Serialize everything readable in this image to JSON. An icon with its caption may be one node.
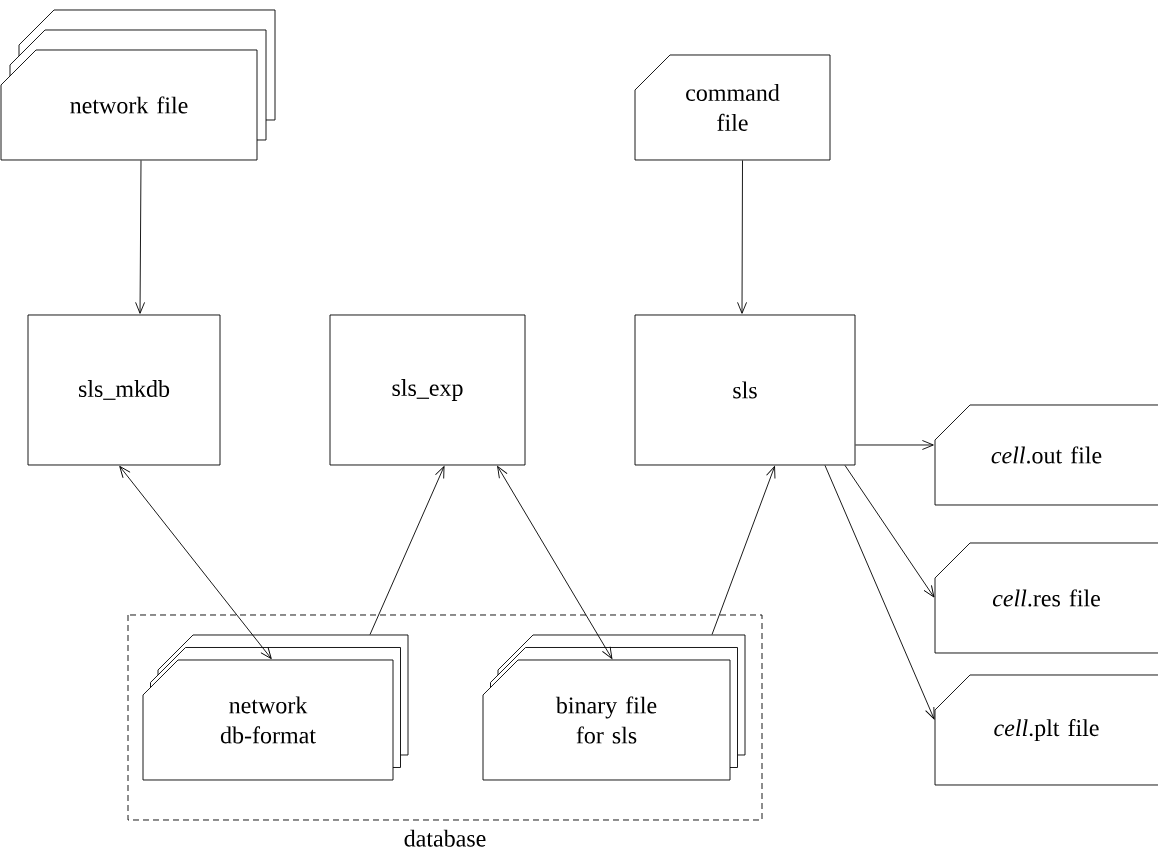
{
  "diagram": {
    "nodes": [
      {
        "text": [
          "network file"
        ]
      },
      {
        "text": [
          "command file"
        ]
      },
      {
        "text": [
          "sls_mkdb"
        ]
      },
      {
        "text": [
          "sls_exp"
        ]
      },
      {
        "text": [
          "sls"
        ]
      },
      {
        "text": [
          "*cell*.out file"
        ]
      },
      {
        "text": [
          "*cell*.res file"
        ]
      },
      {
        "text": [
          "*cell*.plt file"
        ]
      },
      {
        "text": [
          "database"
        ]
      },
      {
        "text": [
          "network db-format"
        ],
        "in": 8
      },
      {
        "text": [
          "binary file for sls"
        ],
        "in": 8
      }
    ],
    "edges": [
      {
        "from": 0,
        "to": 2,
        "arrow": "to"
      },
      {
        "from": 1,
        "to": 4,
        "arrow": "to"
      },
      {
        "from": 2,
        "to": 9,
        "arrow": "both"
      },
      {
        "from": 9,
        "to": 3,
        "arrow": "to"
      },
      {
        "from": 3,
        "to": 10,
        "arrow": "both"
      },
      {
        "from": 10,
        "to": 4,
        "arrow": "to"
      },
      {
        "from": 4,
        "to": 5,
        "arrow": "to"
      },
      {
        "from": 4,
        "to": 6,
        "arrow": "to"
      },
      {
        "from": 4,
        "to": 7,
        "arrow": "to"
      }
    ]
  }
}
